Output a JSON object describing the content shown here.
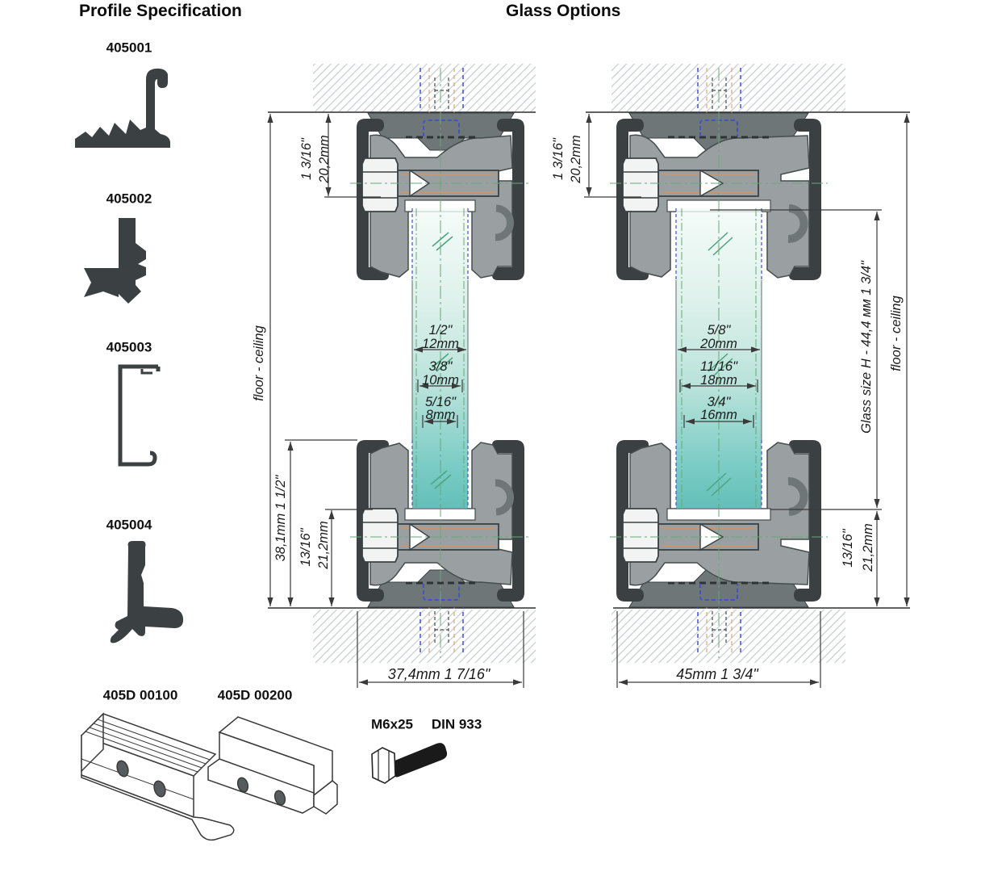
{
  "headers": {
    "left": "Profile Specification",
    "right": "Glass Options"
  },
  "profiles": {
    "items": [
      {
        "code": "405001"
      },
      {
        "code": "405002"
      },
      {
        "code": "405003"
      },
      {
        "code": "405004"
      }
    ],
    "brackets": [
      {
        "code": "405D 00100"
      },
      {
        "code": "405D 00200"
      }
    ],
    "bolt": {
      "size": "M6x25",
      "standard": "DIN 933"
    }
  },
  "drawing1": {
    "top_offset": {
      "inch": "1 3/16\"",
      "mm": "20,2mm"
    },
    "height_label": "floor - ceiling",
    "glass_options": [
      {
        "inch": "1/2\"",
        "mm": "12mm"
      },
      {
        "inch": "3/8\"",
        "mm": "10mm"
      },
      {
        "inch": "5/16\"",
        "mm": "8mm"
      }
    ],
    "profile_height": "38,1mm  1 1/2\"",
    "bottom_offset": {
      "inch": "13/16\"",
      "mm": "21,2mm"
    },
    "overall_width": "37,4mm   1 7/16\""
  },
  "drawing2": {
    "top_offset": {
      "inch": "1 3/16\"",
      "mm": "20,2mm"
    },
    "glass_options": [
      {
        "inch": "5/8\"",
        "mm": "20mm"
      },
      {
        "inch": "11/16\"",
        "mm": "18mm"
      },
      {
        "inch": "3/4\"",
        "mm": "16mm"
      }
    ],
    "glass_height_label": "Glass size H - 44,4 мм   1 3/4\"",
    "height_label": "floor - ceiling",
    "bottom_offset": {
      "inch": "13/16\"",
      "mm": "21,2mm"
    },
    "overall_width": "45mm  1 3/4\""
  },
  "colors": {
    "profile_dark": "#3b4143",
    "cast_gray": "#9aa0a2",
    "plate_gray": "#6e7678",
    "glass_teal": "#41b1a9",
    "dim_line": "#3a3a3a",
    "centerline_green": "#67a876",
    "anchor_blue": "#4352c9",
    "thread_orange": "#d29a6c"
  }
}
